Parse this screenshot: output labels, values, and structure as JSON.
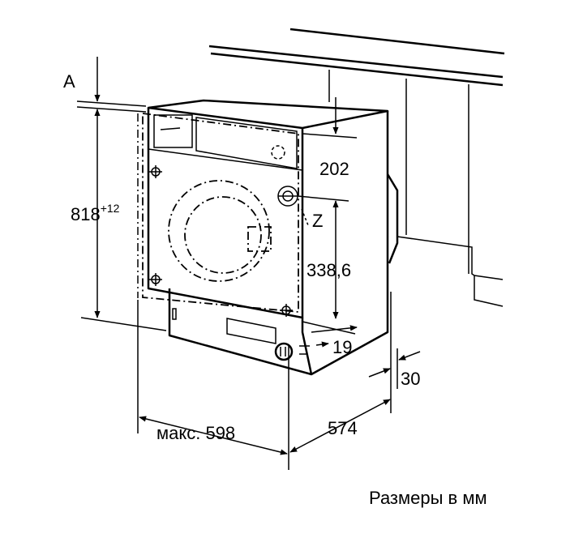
{
  "labels": {
    "point_a": "A",
    "height": "818",
    "height_tolerance": "+12",
    "panel_offset": "202",
    "point_z": "Z",
    "hose_height": "338,6",
    "foot_offset": "19",
    "rear_gap": "30",
    "depth": "574",
    "max_width": "макс. 598",
    "units_caption": "Размеры в мм"
  }
}
